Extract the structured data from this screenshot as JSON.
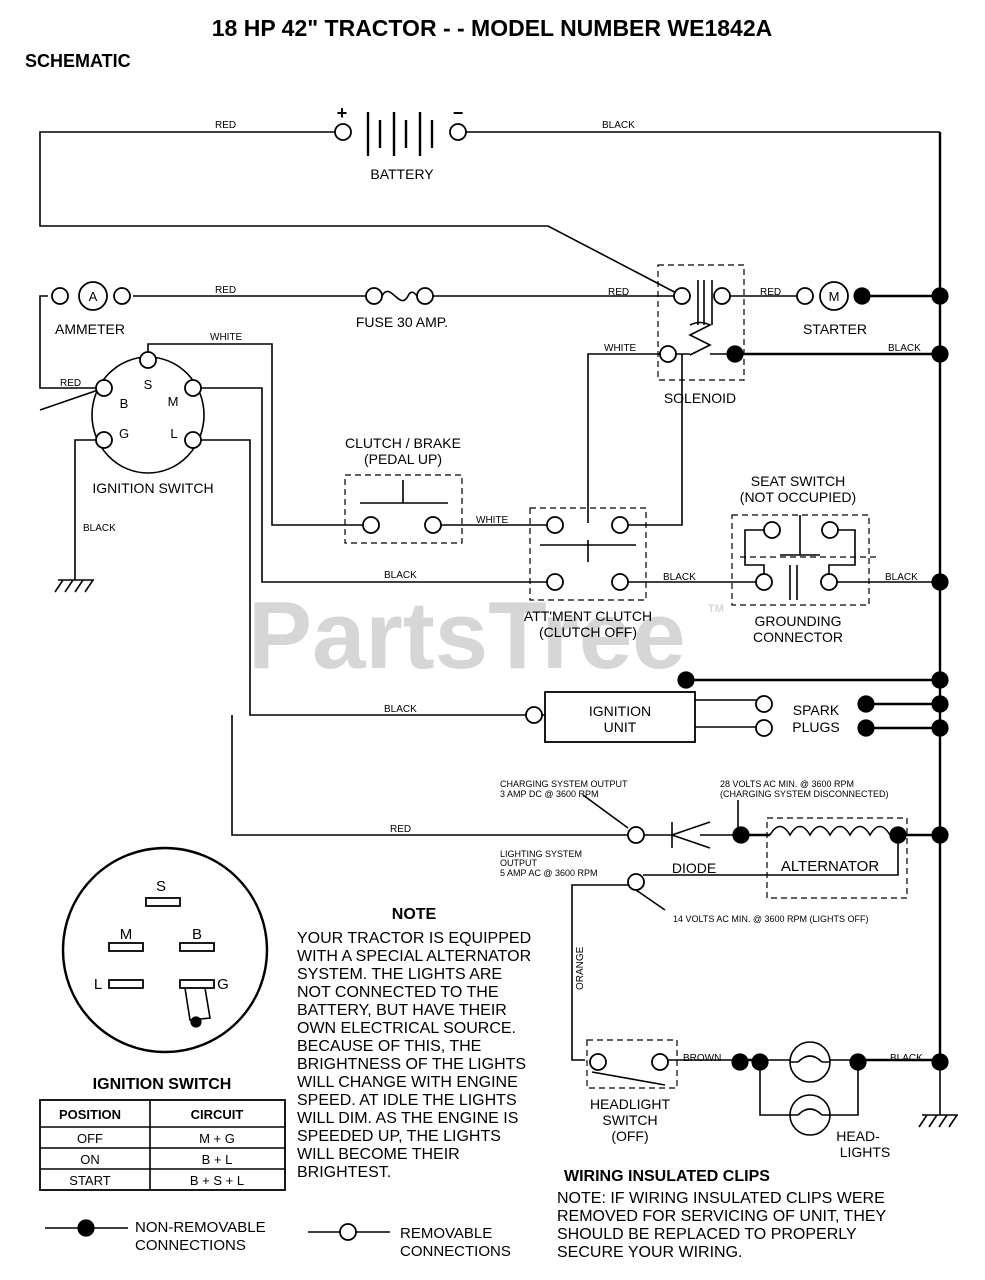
{
  "title": "18 HP 42\" TRACTOR - - MODEL NUMBER WE1842A",
  "subtitle": "SCHEMATIC",
  "watermark": "PartsTree",
  "watermark_tm": "TM",
  "wire_colors": {
    "red": "RED",
    "black": "BLACK",
    "white": "WHITE",
    "orange": "ORANGE",
    "brown": "BROWN"
  },
  "battery": {
    "label": "BATTERY",
    "plus": "+",
    "minus": "−"
  },
  "ammeter": {
    "label": "AMMETER",
    "symbol": "A"
  },
  "fuse": {
    "label": "FUSE 30 AMP."
  },
  "solenoid": {
    "label": "SOLENOID"
  },
  "starter": {
    "label": "STARTER",
    "symbol": "M"
  },
  "ignition_switch": {
    "label": "IGNITION SWITCH",
    "terminals": {
      "s": "S",
      "b": "B",
      "m": "M",
      "g": "G",
      "l": "L"
    }
  },
  "clutch_brake": {
    "line1": "CLUTCH / BRAKE",
    "line2": "(PEDAL UP)"
  },
  "seat_switch": {
    "line1": "SEAT SWITCH",
    "line2": "(NOT OCCUPIED)"
  },
  "grounding_connector": {
    "line1": "GROUNDING",
    "line2": "CONNECTOR"
  },
  "attachment_clutch": {
    "line1": "ATT'MENT CLUTCH",
    "line2": "(CLUTCH OFF)"
  },
  "ignition_unit": {
    "line1": "IGNITION",
    "line2": "UNIT"
  },
  "spark_plugs": {
    "line1": "SPARK",
    "line2": "PLUGS"
  },
  "charging_output": {
    "line1": "CHARGING SYSTEM OUTPUT",
    "line2": "3 AMP DC @ 3600 RPM"
  },
  "volts28": {
    "line1": "28 VOLTS AC MIN. @ 3600 RPM",
    "line2": "(CHARGING SYSTEM DISCONNECTED)"
  },
  "lighting_output": {
    "line1": "LIGHTING SYSTEM",
    "line2": "OUTPUT",
    "line3": "5 AMP AC @ 3600 RPM"
  },
  "diode": {
    "label": "DIODE"
  },
  "alternator": {
    "label": "ALTERNATOR"
  },
  "volts14": {
    "label": "14 VOLTS AC MIN. @ 3600 RPM (LIGHTS OFF)"
  },
  "headlight_switch": {
    "line1": "HEADLIGHT",
    "line2": "SWITCH",
    "line3": "(OFF)"
  },
  "headlights": {
    "line1": "HEAD-",
    "line2": "LIGHTS"
  },
  "terminal_view": {
    "labels": {
      "s": "S",
      "m": "M",
      "b": "B",
      "l": "L",
      "g": "G"
    },
    "title": "IGNITION SWITCH"
  },
  "switch_table": {
    "headers": [
      "POSITION",
      "CIRCUIT"
    ],
    "rows": [
      [
        "OFF",
        "M + G"
      ],
      [
        "ON",
        "B + L"
      ],
      [
        "START",
        "B + S + L"
      ]
    ]
  },
  "note": {
    "heading": "NOTE",
    "lines": [
      "YOUR TRACTOR IS EQUIPPED",
      "WITH A SPECIAL ALTERNATOR",
      "SYSTEM.  THE LIGHTS ARE",
      "NOT CONNECTED TO  THE",
      "BATTERY, BUT HAVE THEIR",
      "OWN ELECTRICAL SOURCE.",
      "BECAUSE OF THIS, THE",
      "BRIGHTNESS OF THE LIGHTS",
      "WILL CHANGE WITH ENGINE",
      "SPEED.  AT IDLE THE LIGHTS",
      "WILL DIM.  AS THE ENGINE IS",
      "SPEEDED UP, THE LIGHTS",
      "WILL BECOME THEIR",
      "BRIGHTEST."
    ]
  },
  "wiring_clips": {
    "heading": "WIRING INSULATED CLIPS",
    "lines": [
      "NOTE: IF WIRING INSULATED CLIPS WERE",
      "REMOVED FOR SERVICING OF UNIT, THEY",
      "SHOULD BE REPLACED TO PROPERLY",
      "SECURE YOUR WIRING."
    ]
  },
  "legend": {
    "non_removable": {
      "line1": "NON-REMOVABLE",
      "line2": "CONNECTIONS"
    },
    "removable": {
      "line1": "REMOVABLE",
      "line2": "CONNECTIONS"
    }
  }
}
